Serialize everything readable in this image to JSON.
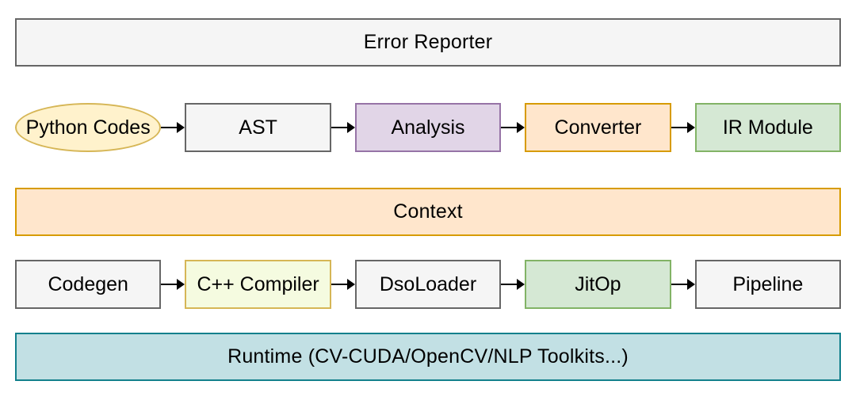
{
  "diagram": {
    "bars": {
      "error_reporter": {
        "label": "Error Reporter",
        "style": "gray"
      },
      "context": {
        "label": "Context",
        "style": "orange"
      },
      "runtime": {
        "label": "Runtime (CV-CUDA/OpenCV/NLP Toolkits...)",
        "style": "teal"
      }
    },
    "flow_row_1": {
      "nodes": [
        {
          "label": "Python Codes",
          "shape": "ellipse",
          "style": "yellow"
        },
        {
          "label": "AST",
          "shape": "rect",
          "style": "gray"
        },
        {
          "label": "Analysis",
          "shape": "rect",
          "style": "purple"
        },
        {
          "label": "Converter",
          "shape": "rect",
          "style": "orange"
        },
        {
          "label": "IR Module",
          "shape": "rect",
          "style": "green"
        }
      ]
    },
    "flow_row_2": {
      "nodes": [
        {
          "label": "Codegen",
          "shape": "rect",
          "style": "gray"
        },
        {
          "label": "C++ Compiler",
          "shape": "rect",
          "style": "lime"
        },
        {
          "label": "DsoLoader",
          "shape": "rect",
          "style": "gray"
        },
        {
          "label": "JitOp",
          "shape": "rect",
          "style": "green"
        },
        {
          "label": "Pipeline",
          "shape": "rect",
          "style": "gray"
        }
      ]
    },
    "palette": {
      "gray_fill": "#f5f5f5",
      "gray_border": "#666666",
      "yellow_fill": "#fff2cc",
      "yellow_border": "#d6b656",
      "purple_fill": "#e1d5e7",
      "purple_border": "#9673a6",
      "orange_fill": "#ffe6cc",
      "orange_border": "#d79b00",
      "green_fill": "#d5e8d4",
      "green_border": "#82b366",
      "lime_fill": "#f5fbe0",
      "lime_border": "#d6b656",
      "teal_fill": "#c2e0e4",
      "teal_border": "#12808c",
      "arrow_color": "#000000",
      "text_color": "#000000",
      "background": "#ffffff"
    }
  }
}
